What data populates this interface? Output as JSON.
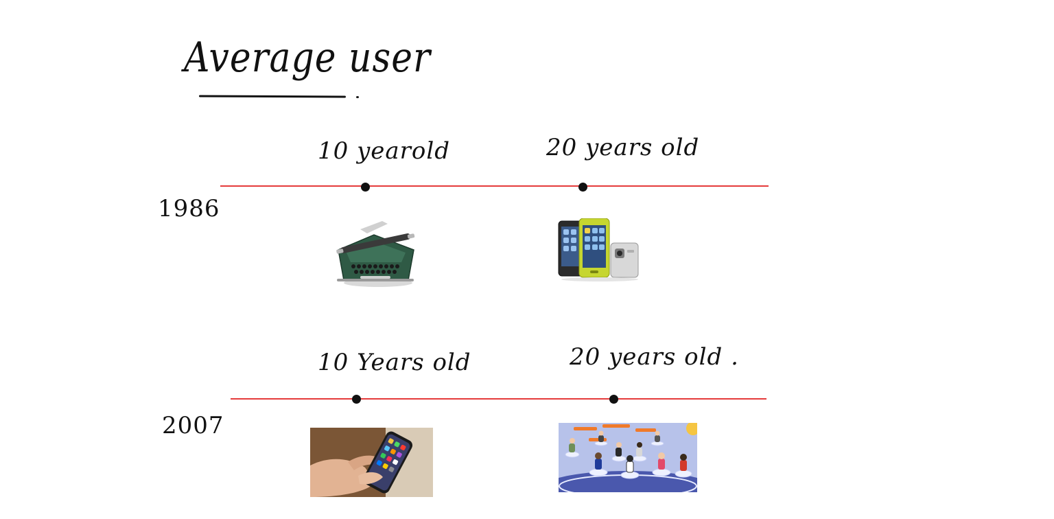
{
  "title": "Average user",
  "rows": [
    {
      "year": "1986",
      "milestones": [
        {
          "label": "10 yearold",
          "image": "typewriter-image"
        },
        {
          "label": "20 years old",
          "image": "nokia-phones-image"
        }
      ]
    },
    {
      "year": "2007",
      "milestones": [
        {
          "label": "10 Years old",
          "image": "iphone-photo-image"
        },
        {
          "label": "20 years old .",
          "image": "virtual-world-image"
        }
      ]
    }
  ],
  "colors": {
    "timeline": "#e53a3a",
    "ink": "#111111",
    "background": "#ffffff"
  }
}
